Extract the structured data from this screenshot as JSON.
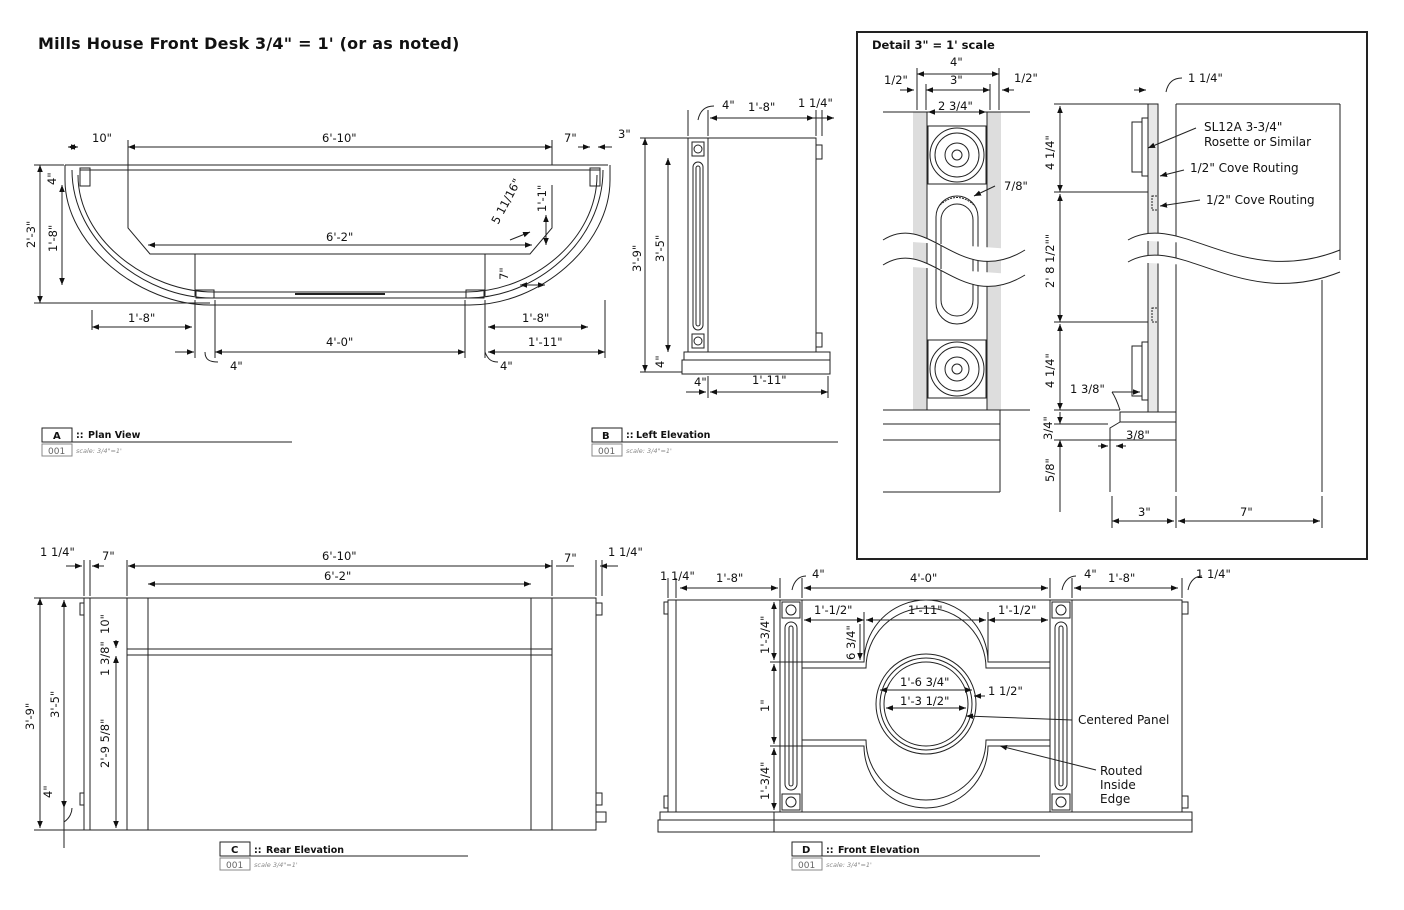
{
  "sheet_title": "Mills House Front Desk  3/4\" = 1' (or as noted)",
  "views": {
    "plan": {
      "letter": "A",
      "name": "Plan View",
      "sheet": "001",
      "scale": "scale: 3/4\"=1'",
      "dims": {
        "left_overhang": "10\"",
        "top_width": "6'-10\"",
        "right_overhang": "7\"",
        "right_edge": "3\"",
        "left_top_4": "4\"",
        "depth_total": "2'-3\"",
        "depth_inner": "1'-8\"",
        "inner_width": "6'-2\"",
        "angle": "5 11/16\"",
        "side_1_1": "1'-1\"",
        "seven": "7\"",
        "left_1_8": "1'-8\"",
        "right_1_8": "1'-8\"",
        "center_4_0": "4'-0\"",
        "right_1_11": "1'-11\"",
        "left_4": "4\"",
        "right_4": "4\""
      }
    },
    "left": {
      "letter": "B",
      "name": "Left Elevation",
      "sheet": "001",
      "scale": "scale: 3/4\"=1'",
      "dims": {
        "top_4": "4\"",
        "top_1_8": "1'-8\"",
        "top_1_1_4": "1 1/4\"",
        "height": "3'-9\"",
        "inner_height": "3'-5\"",
        "bottom_4_vert": "4\"",
        "bottom_4": "4\"",
        "bottom_1_11": "1'-11\""
      }
    },
    "rear": {
      "letter": "C",
      "name": "Rear Elevation",
      "sheet": "001",
      "scale": "scale 3/4\"=1'",
      "dims": {
        "left_1_1_4": "1 1/4\"",
        "left_7": "7\"",
        "top_6_10": "6'-10\"",
        "inner_6_2": "6'-2\"",
        "right_7": "7\"",
        "right_1_1_4": "1 1/4\"",
        "height": "3'-9\"",
        "inner_height": "3'-5\"",
        "ten": "10\"",
        "one_3_8": "1 3/8\"",
        "lower": "2'-9 5/8\"",
        "bottom_4": "4\""
      }
    },
    "front": {
      "letter": "D",
      "name": "Front Elevation",
      "sheet": "001",
      "scale": "scale: 3/4\"=1'",
      "dims": {
        "l_1_1_4": "1 1/4\"",
        "l_1_8": "1'-8\"",
        "l_4": "4\"",
        "center_4_0": "4'-0\"",
        "r_4": "4\"",
        "r_1_8": "1'-8\"",
        "r_1_1_4": "1 1/4\"",
        "panel_l": "1'-1/2\"",
        "panel_c": "1'-11\"",
        "panel_r": "1'-1/2\"",
        "six_3_4": "6 3/4\"",
        "v_top": "1'-3/4\"",
        "v_mid": "1\"",
        "v_bot": "1'-3/4\"",
        "circ_outer": "1'-6 3/4\"",
        "circ_inner": "1'-3 1/2\"",
        "one_half": "1 1/2\""
      },
      "notes": {
        "centered_panel": "Centered Panel",
        "routed": [
          "Routed",
          "Inside",
          "Edge"
        ]
      }
    },
    "detail": {
      "title": "Detail 3\" = 1' scale",
      "dims": {
        "four": "4\"",
        "half_l": "1/2\"",
        "three": "3\"",
        "half_r": "1/2\"",
        "two_3_4": "2 3/4\"",
        "seven_8": "7/8\"",
        "top_1_1_4": "1 1/4\"",
        "v_4_1_4_top": "4 1/4\"",
        "v_mid": "2' 8 1/2\"\"",
        "v_4_1_4_bot": "4 1/4\"",
        "one_3_8": "1 3/8\"",
        "three_4": "3/4\"",
        "three_8": "3/8\"",
        "five_8": "5/8\"",
        "bottom_3": "3\"",
        "bottom_7": "7\""
      },
      "notes": {
        "rosette": [
          "SL12A 3-3/4\"",
          "Rosette or Similar"
        ],
        "cove1": "1/2\" Cove Routing",
        "cove2": "1/2\" Cove Routing"
      }
    }
  }
}
